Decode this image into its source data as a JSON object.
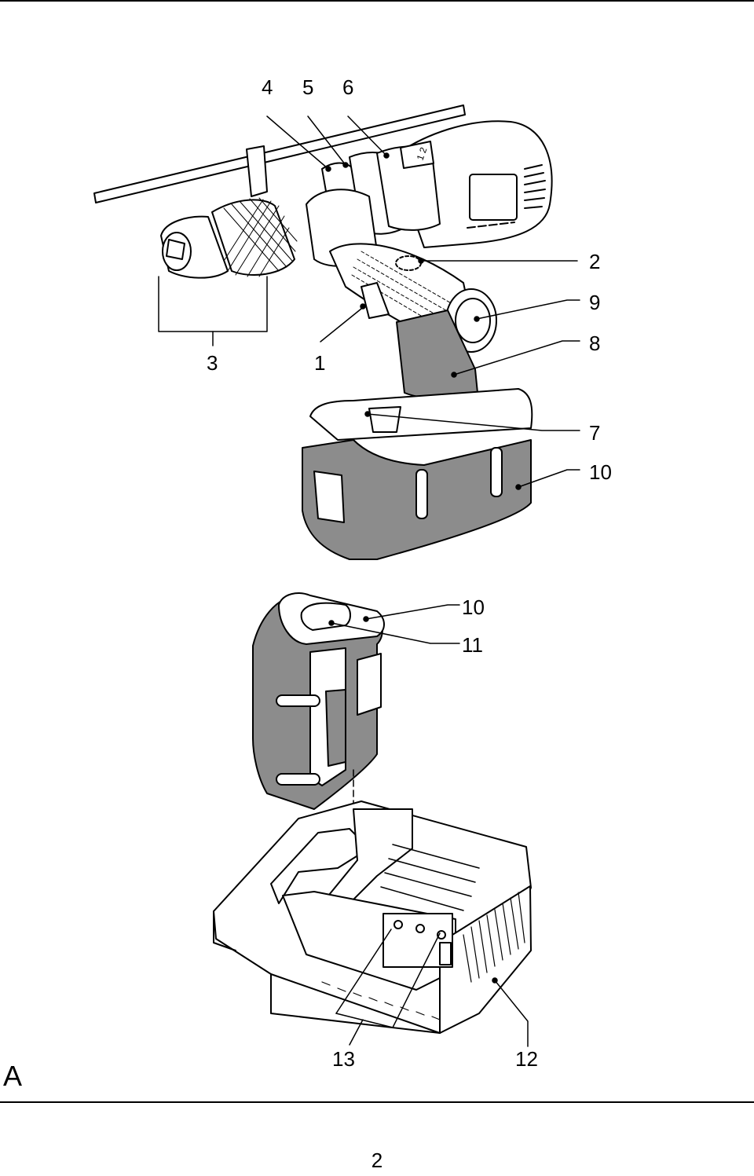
{
  "figure": {
    "letter": "A",
    "callouts": {
      "c1": "1",
      "c2": "2",
      "c3": "3",
      "c4": "4",
      "c5": "5",
      "c6": "6",
      "c7": "7",
      "c8": "8",
      "c9": "9",
      "c10_drill": "10",
      "c10_battery": "10",
      "c11": "11",
      "c12": "12",
      "c13": "13"
    }
  },
  "page": {
    "number": "2"
  },
  "colors": {
    "ink": "#000000",
    "body_gray": "#8c8c8c",
    "paper": "#ffffff"
  }
}
